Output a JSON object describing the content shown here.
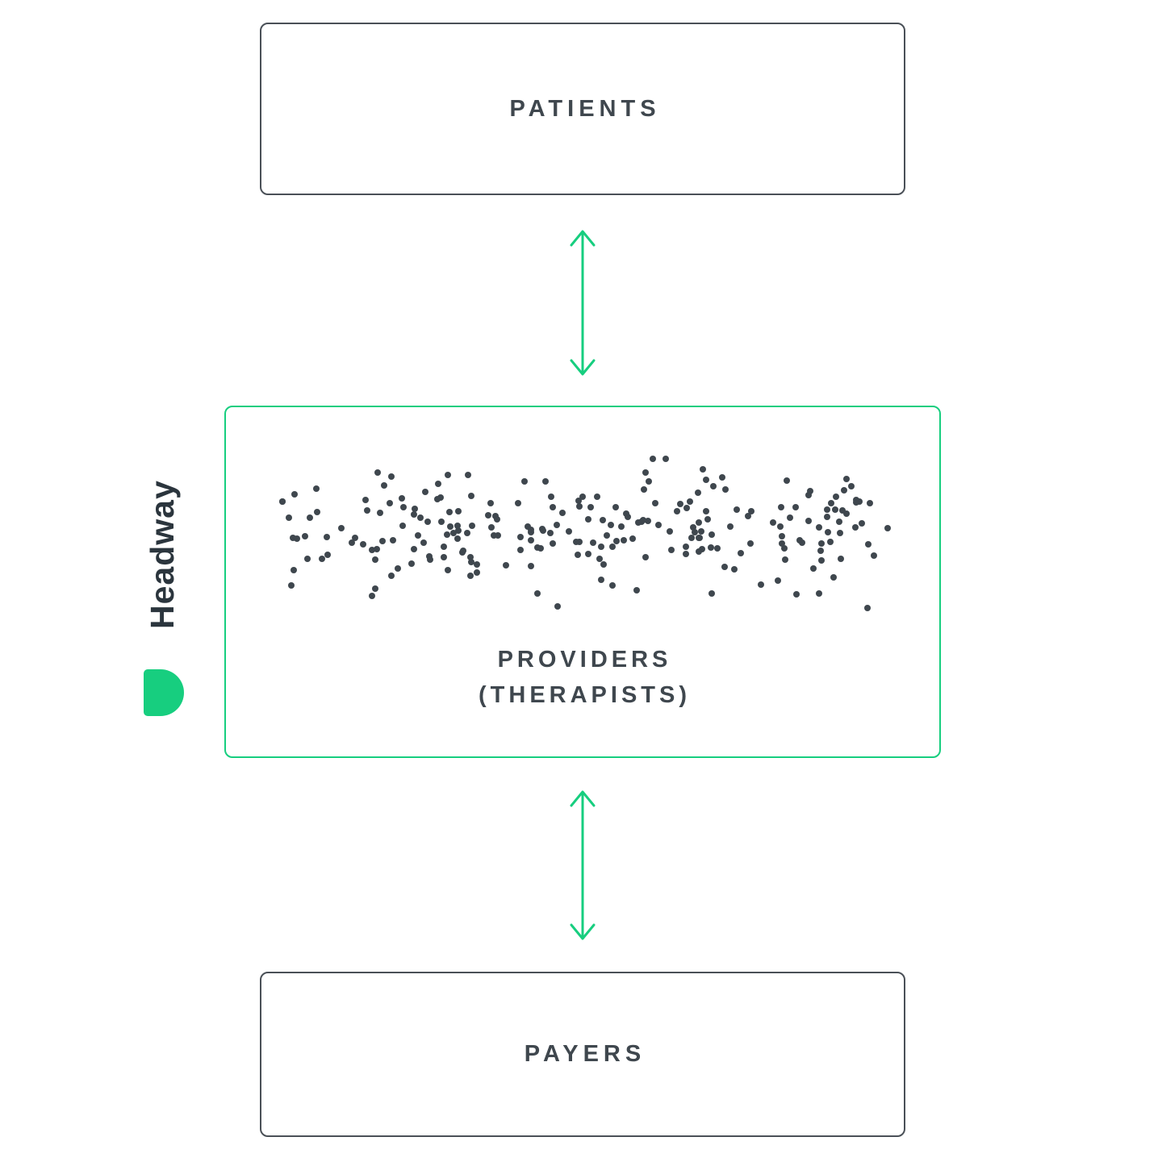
{
  "diagram": {
    "title_context": "marketplace-diagram",
    "nodes": {
      "patients": {
        "label": "PATIENTS"
      },
      "providers": {
        "label_line1": "PROVIDERS",
        "label_line2": "(THERAPISTS)"
      },
      "payers": {
        "label": "PAYERS"
      }
    },
    "connections": [
      {
        "from": "patients",
        "to": "providers",
        "style": "double-arrow"
      },
      {
        "from": "providers",
        "to": "payers",
        "style": "double-arrow"
      }
    ],
    "brand": {
      "name": "Headway"
    },
    "colors": {
      "green": "#17CE7F",
      "dark": "#3F474E",
      "wordmark": "#2B353D"
    },
    "dots": {
      "count": 235,
      "seed": 1337,
      "meaning": "many individual providers"
    }
  }
}
